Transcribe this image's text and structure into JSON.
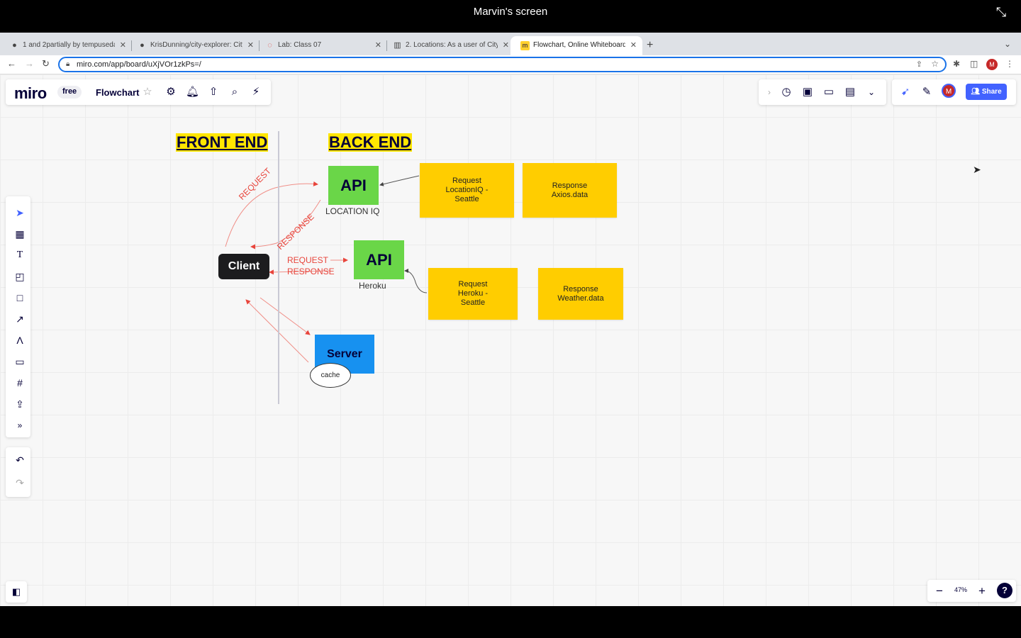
{
  "screen_share": {
    "title": "Marvin's screen"
  },
  "browser": {
    "tabs": [
      {
        "label": "1 and 2partially by tempusedar",
        "icon": "github-icon"
      },
      {
        "label": "KrisDunning/city-explorer: City",
        "icon": "github-icon"
      },
      {
        "label": "Lab: Class 07",
        "icon": "canvas-icon"
      },
      {
        "label": "2. Locations: As a user of City",
        "icon": "trello-icon"
      },
      {
        "label": "Flowchart, Online Whiteboard",
        "icon": "miro-icon"
      }
    ],
    "url": "miro.com/app/board/uXjVOr1zkPs=/"
  },
  "miro": {
    "logo": "miro",
    "plan": "free",
    "board_name": "Flowchart",
    "share_label": "Share",
    "avatar_initial": "M",
    "zoom": "47%"
  },
  "board": {
    "front_end": "FRONT END",
    "back_end": "BACK END",
    "api_top": {
      "label": "API",
      "caption": "LOCATION IQ"
    },
    "api_mid": {
      "label": "API",
      "caption": "Heroku"
    },
    "client": "Client",
    "server": "Server",
    "cache": "cache",
    "request_diag": "REQUEST",
    "response_diag": "RESPONSE",
    "request_mid": "REQUEST",
    "response_mid": "RESPONSE",
    "sticky_locationiq": "Request LocationIQ - Seattle",
    "sticky_axios": "Response Axios.data",
    "sticky_heroku": "Request Heroku - Seattle",
    "sticky_weather": "Response Weather.data"
  }
}
